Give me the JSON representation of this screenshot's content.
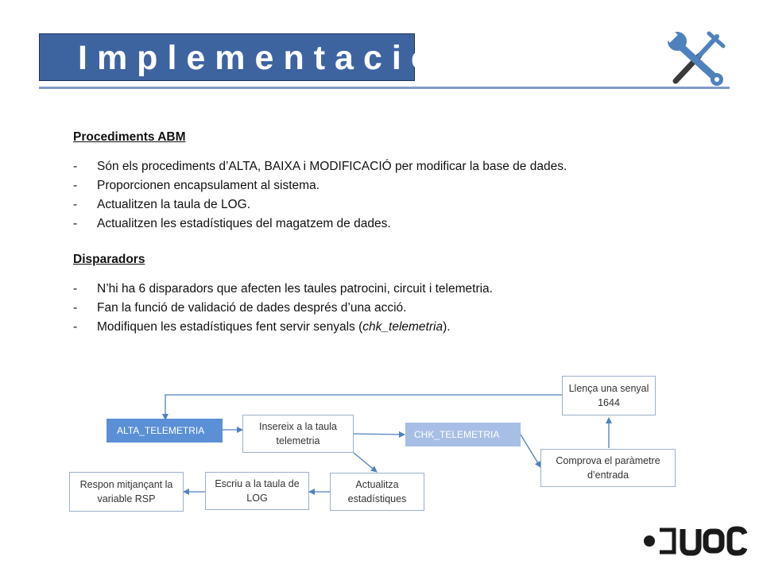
{
  "header": {
    "title": "Implementació",
    "tools_icon": "wrench-screwdriver-icon",
    "rule_color": "#7f9ac6",
    "title_bg": "#3e64a0"
  },
  "sections": [
    {
      "title": "Procediments ABM",
      "items": [
        "Són els procediments d’ALTA, BAIXA i MODIFICACIÓ per modificar la base de dades.",
        "Proporcionen encapsulament al sistema.",
        "Actualitzen la taula de LOG.",
        "Actualitzen les estadístiques del magatzem de dades."
      ]
    },
    {
      "title": "Disparadors",
      "items": [
        "N’hi ha 6 disparadors que afecten les taules patrocini, circuit i telemetria.",
        "Fan la funció de validació de dades després d’una acció.",
        "Modifiquen les estadístiques fent servir senyals ("
      ],
      "last_item_code": "chk_telemetria",
      "last_item_suffix": ")."
    }
  ],
  "bullet": "-",
  "diagram": {
    "alta": "ALTA_TELEMETRIA",
    "insereix": "Insereix a la taula telemetria",
    "chk": "CHK_TELEMETRIA",
    "llenca": "Llença una senyal 1644",
    "comprova": "Comprova el paràmetre d’entrada",
    "actualitza": "Actualitza estadístiques",
    "escriu": "Escriu a la taula de LOG",
    "respon": "Respon mitjançant la variable RSP",
    "colors": {
      "node_fill": "#5b8fd6",
      "node_light": "#a7bfe6",
      "arrow": "#4f81bd"
    }
  },
  "logo": {
    "text": "UOC",
    "icon": "uoc-logo"
  }
}
